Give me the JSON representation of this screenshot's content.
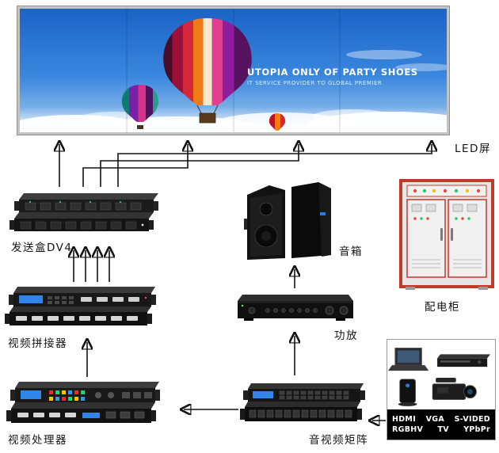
{
  "screen": {
    "label": "LED屏",
    "headline": "UTOPIA ONLY OF PARTY SHOES",
    "subheadline": "IT SERVICE PROVIDER TO GLOBAL PREMIER"
  },
  "devices": {
    "sender": {
      "label": "发送盒DV4"
    },
    "splicer": {
      "label": "视频拼接器"
    },
    "processor": {
      "label": "视频处理器"
    },
    "speaker": {
      "label": "音箱"
    },
    "amplifier": {
      "label": "功放"
    },
    "matrix": {
      "label": "音视频矩阵"
    },
    "cabinet": {
      "label": "配电柜"
    }
  },
  "sources": {
    "line1": [
      "HDMI",
      "VGA",
      "S-VIDED"
    ],
    "line2": [
      "RGBHV",
      "TV",
      "YPbPr"
    ]
  },
  "colors": {
    "arrow": "#121212",
    "cabinet_red": "#c0392b",
    "sky_blue": "#2a7de0",
    "lcd_blue": "#2f86e8"
  }
}
